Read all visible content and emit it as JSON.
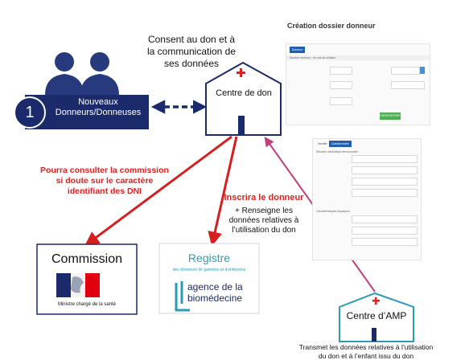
{
  "donor_group": {
    "number": "1",
    "label_line1": "Nouveaux",
    "label_line2": "Donneurs/Donneuses"
  },
  "consent": {
    "line1": "Consent au don et à",
    "line2": "la communication de",
    "line3": "ses données"
  },
  "centre_don": {
    "label": "Centre de don"
  },
  "centre_amp": {
    "label": "Centre d’AMP"
  },
  "commission_note": {
    "line1": "Pourra consulter la commission",
    "line2": "si doute sur le caractère",
    "line3": "identifiant des DNI"
  },
  "inscrira": {
    "title": "Inscrira le donneur",
    "line1": "+ Renseigne les",
    "line2": "données relatives à",
    "line3": "l’utilisation du don"
  },
  "commission": {
    "title": "Commission",
    "ministry": "Ministre chargé de la santé"
  },
  "registre": {
    "title": "Registre",
    "subtitle": "des donneurs de gamètes et d’embryons",
    "agence_line1": "agence de la",
    "agence_line2": "biomédecine"
  },
  "transmet": {
    "line1": "Transmet les données relatives à l’utilisation",
    "line2": "du don et à l’enfant issu du don"
  },
  "form": {
    "title": "Création dossier donneur",
    "tab_donneur": "Donneur",
    "section1": "Nombre donneur : en cas de cellulue",
    "tab_a": "Identité",
    "tab_b": "Questionnaire",
    "section2": "Situation familiale/professionnelle",
    "section3": "Caractéristiques physiques",
    "button": "ENREGISTRER"
  },
  "colors": {
    "navy": "#1b2a6b",
    "red": "#e02020",
    "magenta": "#c2407a",
    "teal": "#2a9db5"
  }
}
